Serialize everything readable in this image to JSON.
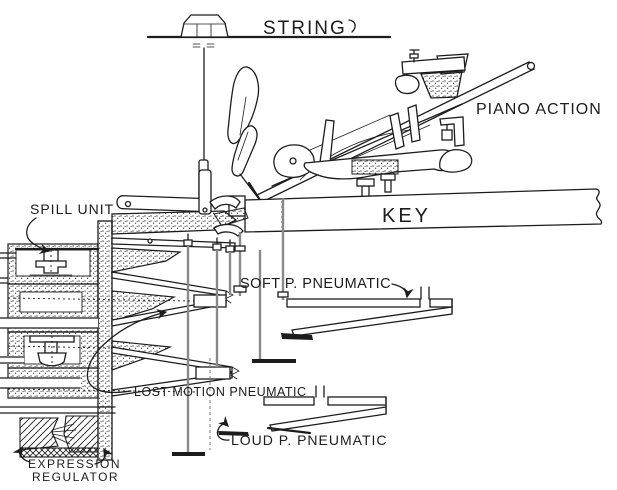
{
  "figure": {
    "title": "Player piano expression mechanism diagram",
    "colors": {
      "ink": "#1c1c1c",
      "paper": "#ffffff",
      "rod": "#8a8a8a"
    },
    "labels": {
      "string": "STRING",
      "piano_action": "PIANO ACTION",
      "key": "KEY",
      "spill_unit": "SPILL UNIT",
      "soft_pneumatic": "SOFT P. PNEUMATIC",
      "lost_motion_pneumatic": "LOST MOTION PNEUMATIC",
      "loud_pneumatic": "LOUD P. PNEUMATIC",
      "expression_regulator_line1": "EXPRESSION",
      "expression_regulator_line2": "REGULATOR"
    }
  }
}
